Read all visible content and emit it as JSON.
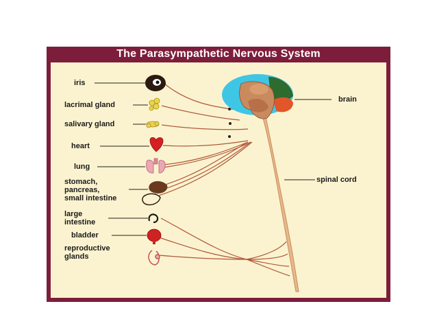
{
  "title": "The Parasympathetic Nervous System",
  "organs": [
    {
      "label": "iris",
      "icon": "eye-icon"
    },
    {
      "label": "lacrimal gland",
      "icon": "lacrimal-gland-icon"
    },
    {
      "label": "salivary gland",
      "icon": "salivary-gland-icon"
    },
    {
      "label": "heart",
      "icon": "heart-icon"
    },
    {
      "label": "lung",
      "icon": "lung-icon"
    },
    {
      "label": "stomach,\npancreas,\nsmall intestine",
      "icon": "stomach-icon"
    },
    {
      "label": "large\nintestine",
      "icon": "large-intestine-icon"
    },
    {
      "label": "bladder",
      "icon": "bladder-icon"
    },
    {
      "label": "reproductive\nglands",
      "icon": "reproductive-glands-icon"
    }
  ],
  "structures": {
    "brain": "brain",
    "spinal_cord": "spinal cord"
  },
  "colors": {
    "frame": "#7d1d3c",
    "panel": "#fbf3cf",
    "nerve": "#b0563a",
    "cord": "#e7b98a",
    "brain_cyan": "#3fc6e4",
    "brain_green": "#2e6b2e",
    "brain_orange": "#e2562a",
    "brain_tan": "#c98a5e"
  }
}
